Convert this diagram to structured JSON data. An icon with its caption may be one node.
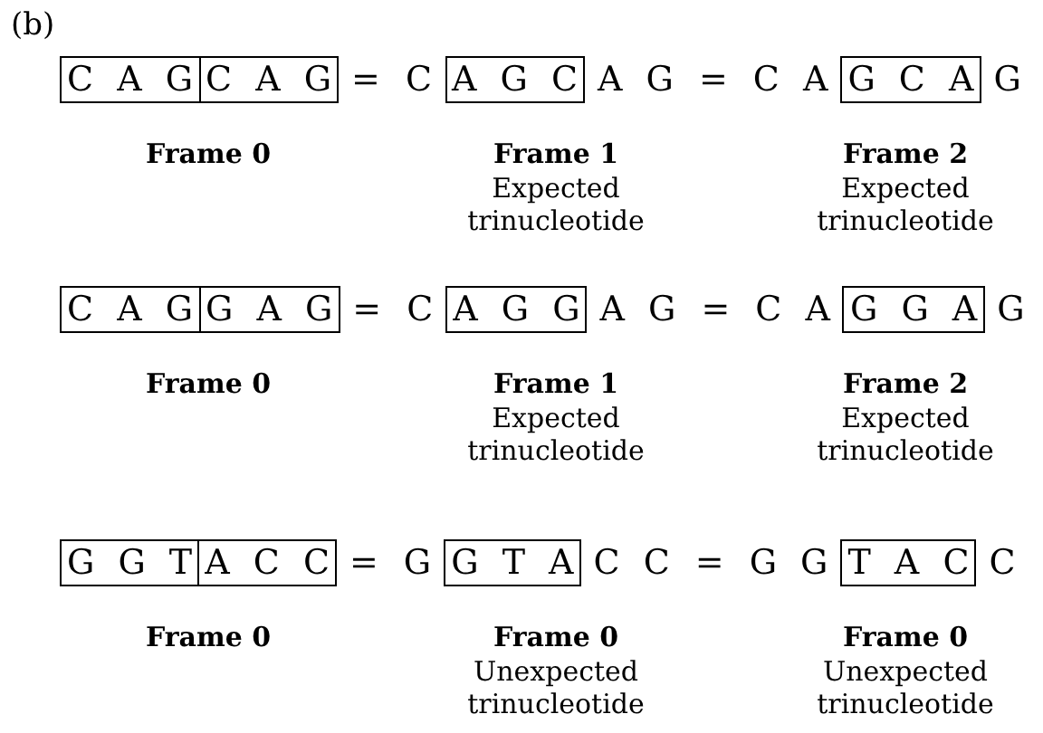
{
  "diagram": {
    "nodes": [
      {
        "text": [
          "C A G"
        ]
      },
      {
        "text": [
          "C A G"
        ]
      },
      {
        "text": [
          "A G C"
        ]
      },
      {
        "text": [
          "G C A"
        ]
      },
      {
        "text": [
          "C A G"
        ]
      },
      {
        "text": [
          "G A G"
        ]
      },
      {
        "text": [
          "A G G"
        ]
      },
      {
        "text": [
          "G G A"
        ]
      },
      {
        "text": [
          "G G T"
        ]
      },
      {
        "text": [
          "A C C"
        ]
      },
      {
        "text": [
          "G T A"
        ]
      },
      {
        "text": [
          "T A C"
        ]
      }
    ],
    "labels": [
      "(b)",
      "=",
      "C",
      "A G",
      "=",
      "C A",
      "G",
      "Frame 0",
      "Frame 1",
      "Expected trinucleotide",
      "Frame 2",
      "Expected trinucleotide",
      "=",
      "C",
      "A G",
      "=",
      "C A",
      "G",
      "Frame 0",
      "Frame 1",
      "Expected trinucleotide",
      "Frame 2",
      "Expected trinucleotide",
      "=",
      "G",
      "C C",
      "=",
      "G G",
      "C",
      "Frame 0",
      "Frame 0",
      "Unexpected trinucleotide",
      "Frame 0",
      "Unexpected trinucleotide"
    ]
  }
}
